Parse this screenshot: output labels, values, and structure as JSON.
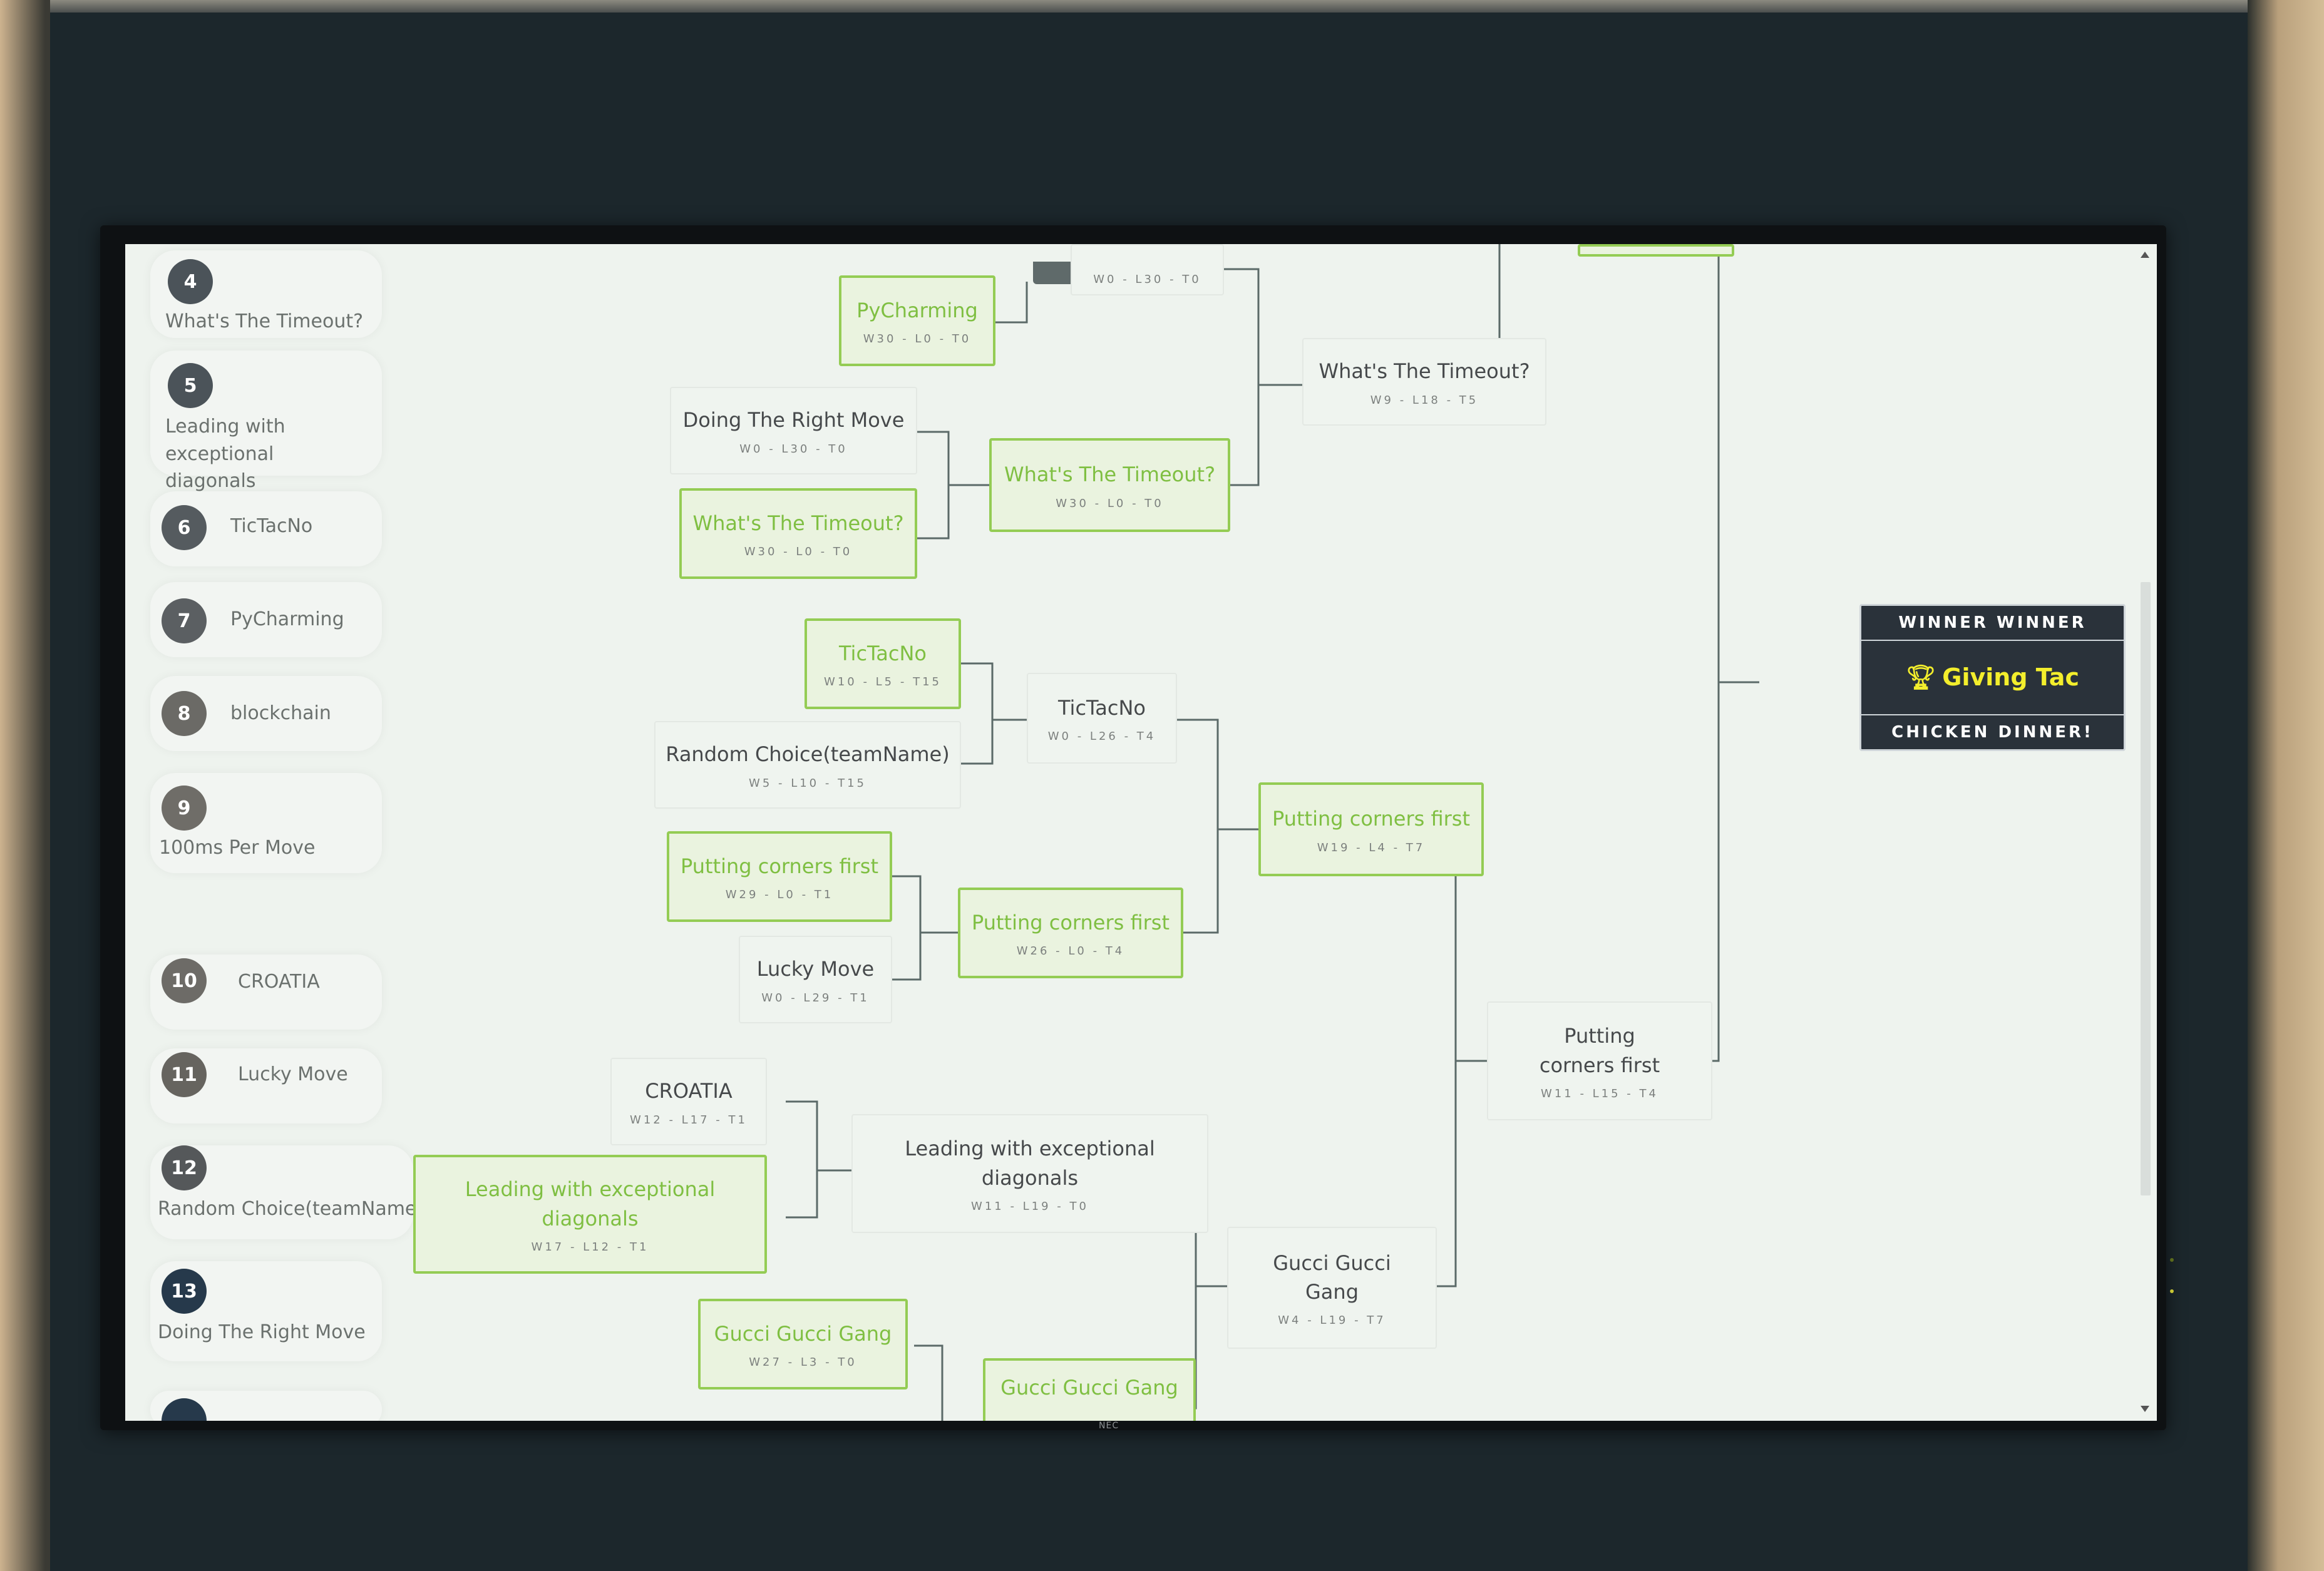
{
  "display": {
    "brand": "NEC"
  },
  "seeds": [
    {
      "num": "4",
      "name": "What's The Timeout?",
      "color": "#4b5359"
    },
    {
      "num": "5",
      "name": "Leading with exceptional diagonals",
      "color": "#4b5359"
    },
    {
      "num": "6",
      "name": "TicTacNo",
      "color": "#555b5f"
    },
    {
      "num": "7",
      "name": "PyCharming",
      "color": "#5b5f62"
    },
    {
      "num": "8",
      "name": "blockchain",
      "color": "#6b6a66"
    },
    {
      "num": "9",
      "name": "100ms Per Move",
      "color": "#6f6d68"
    },
    {
      "num": "10",
      "name": "CROATIA",
      "color": "#6d6b67"
    },
    {
      "num": "11",
      "name": "Lucky Move",
      "color": "#66645f"
    },
    {
      "num": "12",
      "name": "Random Choice(teamName)",
      "color": "#55585a"
    },
    {
      "num": "13",
      "name": "Doing The Right Move",
      "color": "#26394b"
    }
  ],
  "matches": {
    "r1_pycharming": {
      "team": "PyCharming",
      "record": "W30 - L0 - T0"
    },
    "r1_top_partial": {
      "record": "W0 - L30 - T0"
    },
    "r1_doing_right_move": {
      "team": "Doing The Right Move",
      "record": "W0 - L30 - T0"
    },
    "r1_whats_timeout": {
      "team": "What's The Timeout?",
      "record": "W30 - L0 - T0"
    },
    "r1_tictacno": {
      "team": "TicTacNo",
      "record": "W10 - L5 - T15"
    },
    "r1_random_choice": {
      "team": "Random Choice(teamName)",
      "record": "W5 - L10 - T15"
    },
    "r1_putting_corners": {
      "team": "Putting corners first",
      "record": "W29 - L0 - T1"
    },
    "r1_lucky_move": {
      "team": "Lucky Move",
      "record": "W0 - L29 - T1"
    },
    "r1_croatia": {
      "team": "CROATIA",
      "record": "W12 - L17 - T1"
    },
    "r1_leading_diagonals": {
      "team": "Leading with exceptional diagonals",
      "record": "W17 - L12 - T1"
    },
    "r1_gucci": {
      "team": "Gucci Gucci Gang",
      "record": "W27 - L3 - T0"
    },
    "r2_whats_timeout": {
      "team": "What's The Timeout?",
      "record": "W30 - L0 - T0"
    },
    "r2_tictacno": {
      "team": "TicTacNo",
      "record": "W0 - L26 - T4"
    },
    "r2_putting_corners": {
      "team": "Putting corners first",
      "record": "W26 - L0 - T4"
    },
    "r2_leading_diagonals": {
      "team": "Leading with exceptional diagonals",
      "record": "W11 - L19 - T0"
    },
    "r2_gucci": {
      "team": "Gucci Gucci Gang"
    },
    "r3_whats_timeout": {
      "team": "What's The Timeout?",
      "record": "W9 - L18 - T5"
    },
    "r3_putting_corners": {
      "team": "Putting corners first",
      "record": "W19 - L4 - T7"
    },
    "r3_gucci": {
      "team": "Gucci Gucci Gang",
      "record": "W4 - L19 - T7"
    },
    "r4_putting_corners": {
      "team": "Putting corners first",
      "record": "W11 - L15 - T4"
    }
  },
  "winner": {
    "top": "WINNER WINNER",
    "team": "Giving Tac",
    "bottom": "CHICKEN DINNER!",
    "icon": "trophy-icon"
  },
  "colors": {
    "win_border": "#94cc54",
    "win_text": "#7fbf42",
    "winner_bg": "#2a323a",
    "winner_name": "#f3ee2c"
  }
}
